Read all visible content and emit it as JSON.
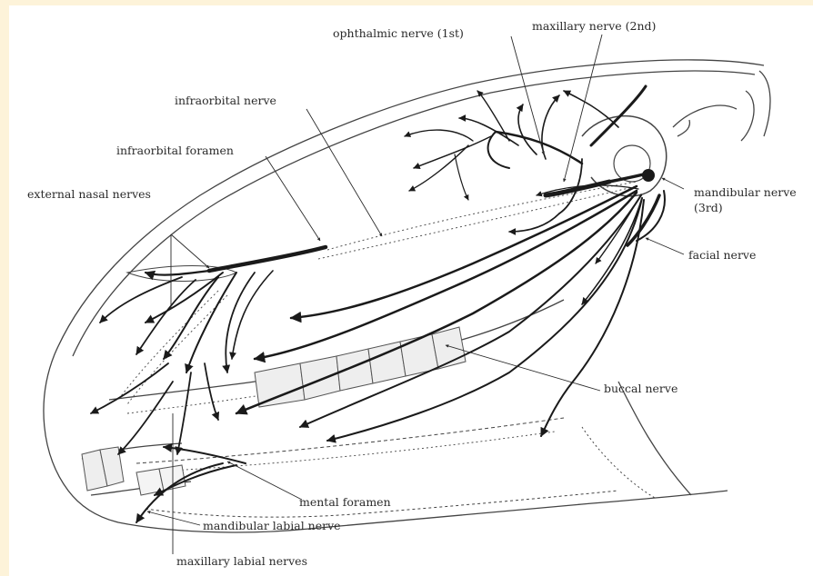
{
  "diagram": {
    "labels": {
      "ophthalmic": "ophthalmic nerve (1st)",
      "maxillary": "maxillary nerve (2nd)",
      "infraorbital_nerve": "infraorbital nerve",
      "infraorbital_foramen": "infraorbital foramen",
      "external_nasal": "external nasal nerves",
      "mandibular_1": "mandibular nerve",
      "mandibular_2": "(3rd)",
      "facial": "facial nerve",
      "buccal": "buccal nerve",
      "mental_foramen": "mental foramen",
      "mandibular_labial": "mandibular labial nerve",
      "maxillary_labial": "maxillary labial nerves"
    },
    "colors": {
      "background": "#fdf3d9",
      "panel": "#ffffff",
      "ink": "#1a1a1a",
      "outline": "#444444",
      "label": "#2a2a2a"
    }
  }
}
